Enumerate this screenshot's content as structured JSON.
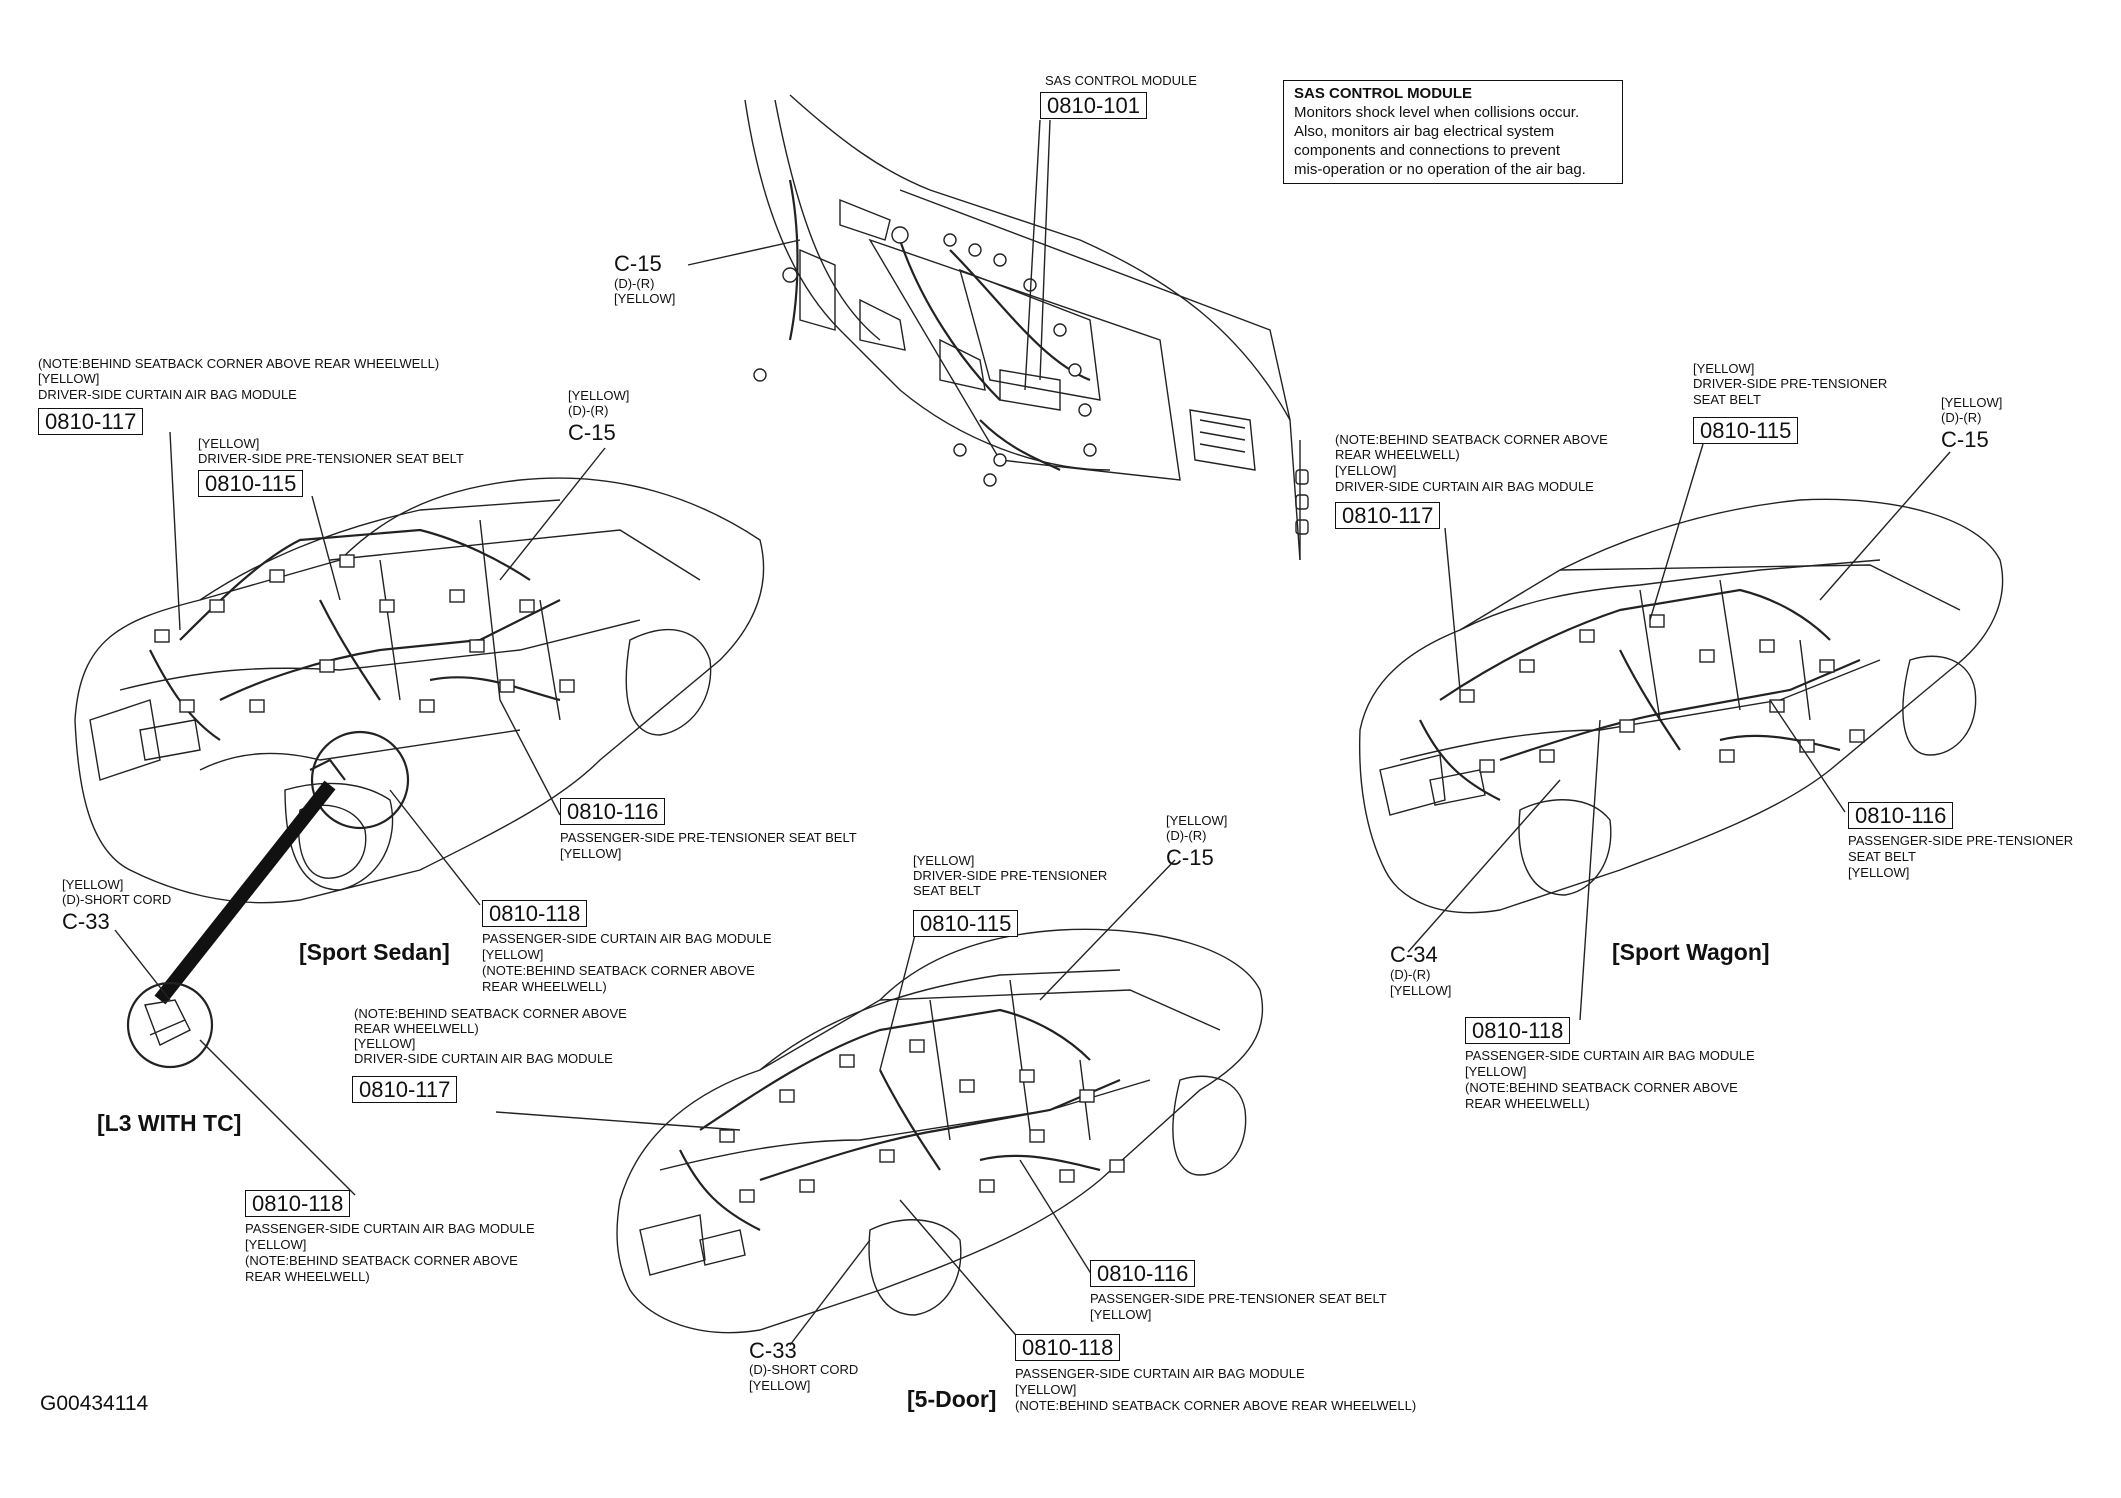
{
  "sas_callout": {
    "title": "SAS CONTROL MODULE",
    "line1": "Monitors shock level when collisions occur.",
    "line2": "Also, monitors air bag electrical system",
    "line3": "components and connections to prevent",
    "line4": "mis-operation or no operation of the air bag."
  },
  "top": {
    "sas_label": "SAS CONTROL MODULE",
    "sas_code": "0810-101",
    "c15": "C-15",
    "c15_dr": "(D)-(R)",
    "c15_color": "[YELLOW]"
  },
  "sedan": {
    "title": "[Sport Sedan]",
    "note117_a": "(NOTE:BEHIND SEATBACK CORNER ABOVE REAR WHEELWELL)",
    "note117_b": "[YELLOW]",
    "note117_c": "DRIVER-SIDE CURTAIN AIR BAG MODULE",
    "code117": "0810-117",
    "c115_color": "[YELLOW]",
    "c115_desc": "DRIVER-SIDE PRE-TENSIONER SEAT BELT",
    "code115": "0810-115",
    "c15_color": "[YELLOW]",
    "c15_dr": "(D)-(R)",
    "c15": "C-15",
    "code116": "0810-116",
    "c116_desc": "PASSENGER-SIDE PRE-TENSIONER SEAT BELT",
    "c116_color": "[YELLOW]",
    "code118": "0810-118",
    "c118_desc": "PASSENGER-SIDE CURTAIN AIR BAG MODULE",
    "c118_color": "[YELLOW]",
    "c118_note_a": "(NOTE:BEHIND SEATBACK CORNER ABOVE",
    "c118_note_b": "REAR WHEELWELL)"
  },
  "l3": {
    "title": "[L3 WITH TC]",
    "c33_color": "[YELLOW]",
    "c33_desc": "(D)-SHORT CORD",
    "c33": "C-33",
    "code118": "0810-118",
    "c118_desc": "PASSENGER-SIDE CURTAIN AIR BAG MODULE",
    "c118_color": "[YELLOW]",
    "c118_note_a": "(NOTE:BEHIND SEATBACK CORNER ABOVE",
    "c118_note_b": "REAR WHEELWELL)"
  },
  "fivedoor": {
    "title": "[5-Door]",
    "c15_color": "[YELLOW]",
    "c15_dr": "(D)-(R)",
    "c15": "C-15",
    "c115_color": "[YELLOW]",
    "c115_desc_a": "DRIVER-SIDE PRE-TENSIONER",
    "c115_desc_b": "SEAT BELT",
    "code115": "0810-115",
    "note117_a": "(NOTE:BEHIND SEATBACK CORNER ABOVE",
    "note117_b": "REAR WHEELWELL)",
    "note117_c": "[YELLOW]",
    "note117_d": "DRIVER-SIDE CURTAIN AIR BAG MODULE",
    "code117": "0810-117",
    "code116": "0810-116",
    "c116_desc": "PASSENGER-SIDE PRE-TENSIONER SEAT BELT",
    "c116_color": "[YELLOW]",
    "code118": "0810-118",
    "c118_desc": "PASSENGER-SIDE CURTAIN AIR BAG MODULE",
    "c118_color": "[YELLOW]",
    "c118_note": "(NOTE:BEHIND SEATBACK CORNER ABOVE REAR WHEELWELL)",
    "c33": "C-33",
    "c33_desc": "(D)-SHORT CORD",
    "c33_color": "[YELLOW]"
  },
  "wagon": {
    "title": "[Sport Wagon]",
    "note117_a": "(NOTE:BEHIND SEATBACK CORNER ABOVE",
    "note117_b": "REAR WHEELWELL)",
    "note117_c": "[YELLOW]",
    "note117_d": "DRIVER-SIDE CURTAIN AIR BAG MODULE",
    "code117": "0810-117",
    "c115_color": "[YELLOW]",
    "c115_desc_a": "DRIVER-SIDE PRE-TENSIONER",
    "c115_desc_b": "SEAT BELT",
    "code115": "0810-115",
    "c15_color": "[YELLOW]",
    "c15_dr": "(D)-(R)",
    "c15": "C-15",
    "code116": "0810-116",
    "c116_desc_a": "PASSENGER-SIDE PRE-TENSIONER",
    "c116_desc_b": "SEAT BELT",
    "c116_color": "[YELLOW]",
    "c34": "C-34",
    "c34_dr": "(D)-(R)",
    "c34_color": "[YELLOW]",
    "code118": "0810-118",
    "c118_desc": "PASSENGER-SIDE CURTAIN AIR BAG MODULE",
    "c118_color": "[YELLOW]",
    "c118_note_a": "(NOTE:BEHIND SEATBACK CORNER ABOVE",
    "c118_note_b": "REAR WHEELWELL)"
  },
  "figure_code": "G00434114"
}
